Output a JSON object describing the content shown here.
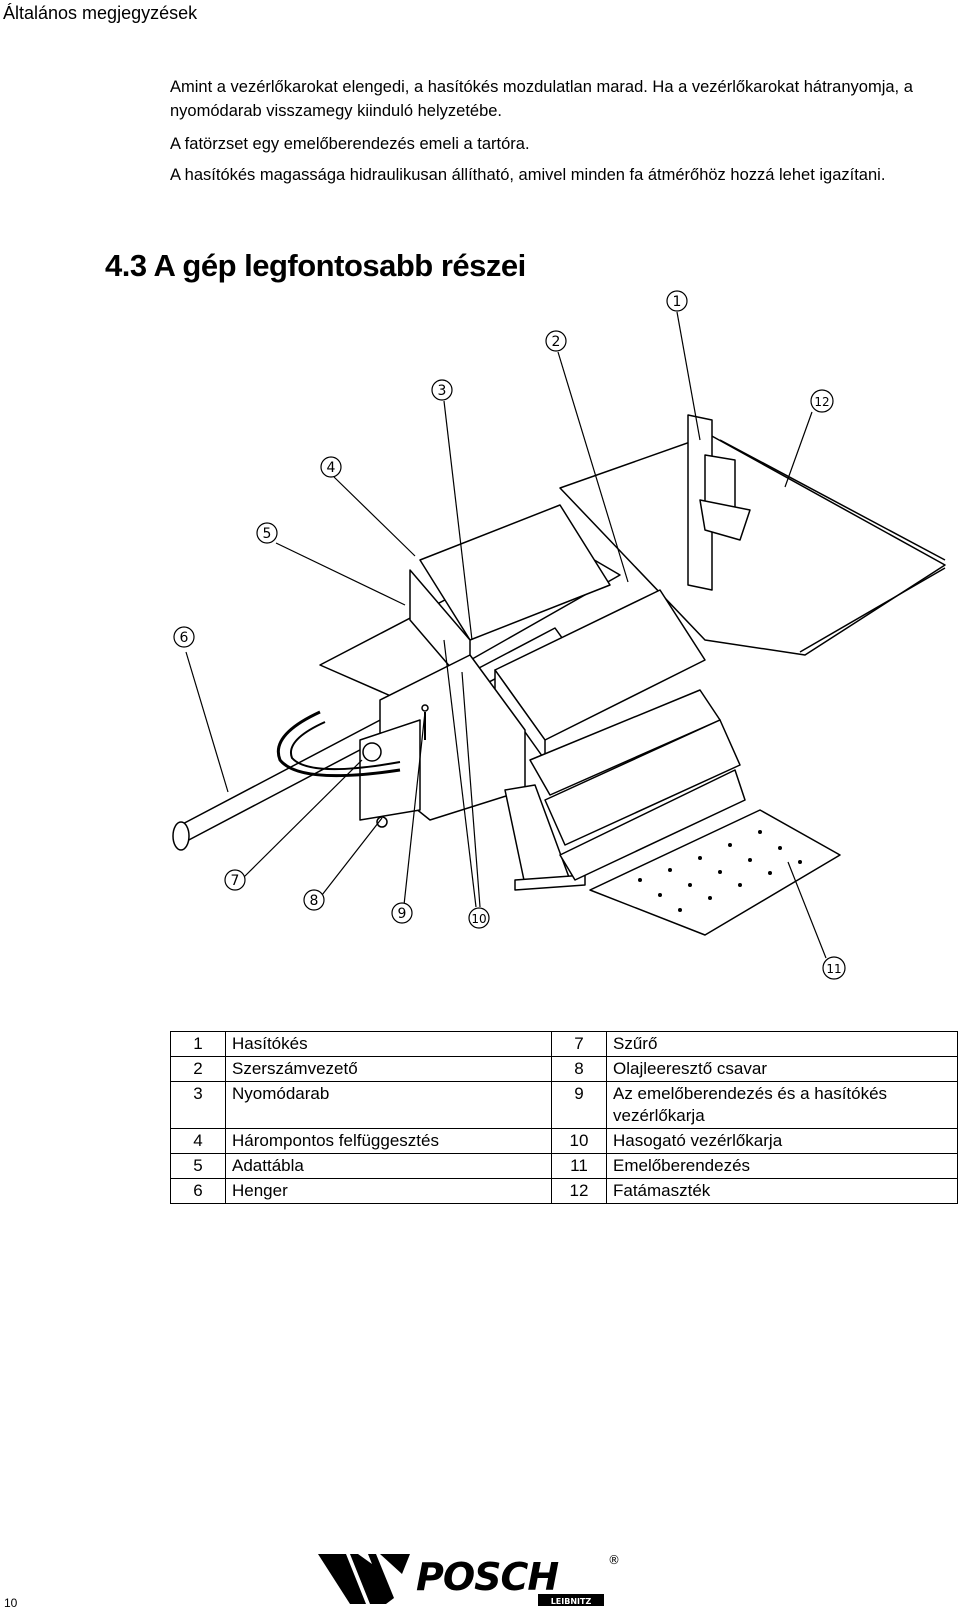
{
  "header": {
    "title": "Általános megjegyzések"
  },
  "paragraphs": [
    "Amint a vezérlőkarokat elengedi, a hasítókés mozdulatlan marad. Ha a vezérlőkarokat hátranyomja, a nyomódarab visszamegy kiinduló helyzetébe.",
    "A fatörzset egy emelőberendezés emeli a tartóra.",
    "A hasítókés magassága hidraulikusan állítható, amivel minden fa átmérőhöz hozzá lehet igazítani."
  ],
  "section": {
    "title": "4.3 A gép legfontosabb részei"
  },
  "callouts": [
    "1",
    "2",
    "3",
    "4",
    "5",
    "6",
    "7",
    "8",
    "9",
    "10",
    "11",
    "12"
  ],
  "legend": [
    {
      "n1": "1",
      "l1": "Hasítókés",
      "n2": "7",
      "l2": "Szűrő"
    },
    {
      "n1": "2",
      "l1": "Szerszámvezető",
      "n2": "8",
      "l2": "Olajleeresztő csavar"
    },
    {
      "n1": "3",
      "l1": "Nyomódarab",
      "n2": "9",
      "l2": "Az emelőberendezés és a hasítókés vezérlőkarja"
    },
    {
      "n1": "4",
      "l1": "Hárompontos felfüggesztés",
      "n2": "10",
      "l2": "Hasogató vezérlőkarja"
    },
    {
      "n1": "5",
      "l1": "Adattábla",
      "n2": "11",
      "l2": "Emelőberendezés"
    },
    {
      "n1": "6",
      "l1": "Henger",
      "n2": "12",
      "l2": "Fatámaszték"
    }
  ],
  "footer": {
    "page_number": "10",
    "logo_text": "POSCH",
    "logo_subtext": "LEIBNITZ",
    "logo_mark": "®"
  }
}
